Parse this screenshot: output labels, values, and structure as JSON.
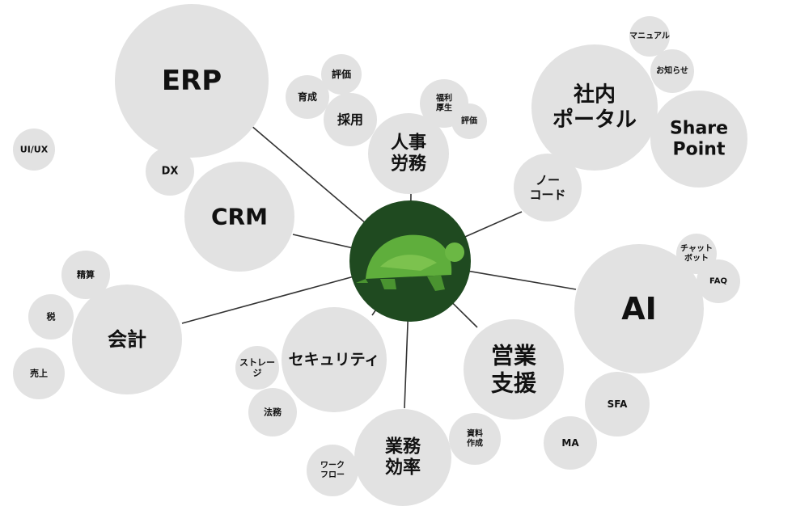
{
  "center": {
    "icon": "turtle-logo",
    "colors": {
      "background": "#1f4d22",
      "turtle": "#5aa83a"
    }
  },
  "nodes": {
    "erp": [
      "ERP"
    ],
    "dx": [
      "DX"
    ],
    "crm": [
      "CRM"
    ],
    "uiux": [
      "UI/UX"
    ],
    "seisan": [
      "精算"
    ],
    "zei": [
      "税"
    ],
    "kaikei": [
      "会計"
    ],
    "uriage": [
      "売上"
    ],
    "ikusei": [
      "育成"
    ],
    "hyoka1": [
      "評価"
    ],
    "saiyo": [
      "採用"
    ],
    "jinji": [
      "人事",
      "労務"
    ],
    "fukuri": [
      "福利",
      "厚生"
    ],
    "hyoka2": [
      "評価"
    ],
    "portal": [
      "社内",
      "ポータル"
    ],
    "manual": [
      "マニュアル"
    ],
    "oshirase": [
      "お知らせ"
    ],
    "sharepoint": [
      "Share",
      "Point"
    ],
    "nocode": [
      "ノー",
      "コード"
    ],
    "chatbot": [
      "チャット",
      "ボット"
    ],
    "faq": [
      "FAQ"
    ],
    "ai": [
      "AI"
    ],
    "eigyo": [
      "営業",
      "支援"
    ],
    "sfa": [
      "SFA"
    ],
    "ma": [
      "MA"
    ],
    "shiryo": [
      "資料",
      "作成"
    ],
    "security": [
      "セキュリティ"
    ],
    "storage": [
      "ストレー",
      "ジ"
    ],
    "homu": [
      "法務"
    ],
    "gyomu": [
      "業務",
      "効率"
    ],
    "workflow": [
      "ワーク",
      "フロー"
    ]
  }
}
